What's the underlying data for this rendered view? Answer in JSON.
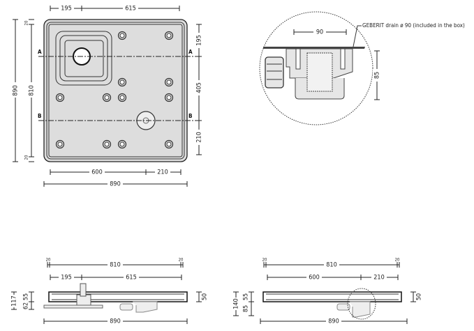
{
  "plan_view": {
    "top_dims": [
      "195",
      "615"
    ],
    "left_dims": {
      "overall": "890",
      "inner": "810",
      "rim_top": "20",
      "rim_bottom": "20"
    },
    "right_dims": [
      "195",
      "405",
      "210"
    ],
    "bottom_dims": [
      "600",
      "210"
    ],
    "overall_width": "890",
    "section_labels": {
      "a": "A",
      "b": "B"
    }
  },
  "detail_view": {
    "width_dim": "90",
    "depth_dim": "85",
    "callout": "GEBERIT drain ø 90 (included in the box)"
  },
  "section_a": {
    "rim_left": "20",
    "inner": "810",
    "rim_right": "20",
    "offsets": [
      "195",
      "615"
    ],
    "heights": {
      "total": "117",
      "upper": "55",
      "lower": "62",
      "right": "50"
    },
    "overall_width": "890"
  },
  "section_b": {
    "rim_left": "20",
    "inner": "810",
    "rim_right": "20",
    "offsets": [
      "600",
      "210"
    ],
    "heights": {
      "total": "140",
      "upper": "55",
      "lower": "85",
      "right": "50"
    },
    "overall_width": "890"
  }
}
